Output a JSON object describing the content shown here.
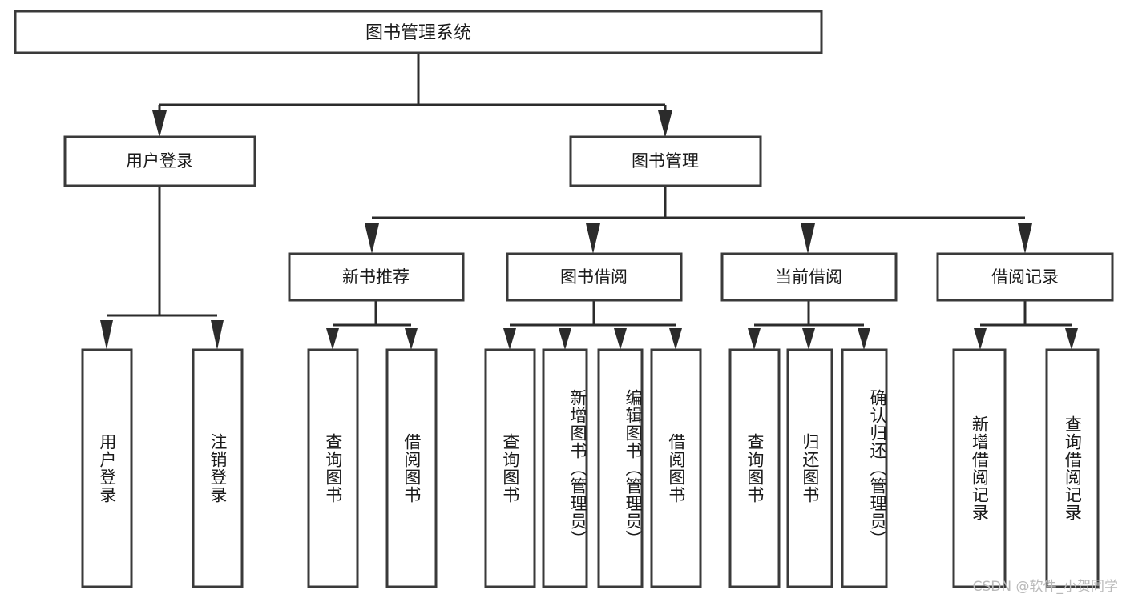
{
  "diagram": {
    "title": "图书管理系统",
    "type": "tree",
    "watermark": "CSDN @软件_小贺同学",
    "root": {
      "id": "root",
      "label": "图书管理系统"
    },
    "level2": [
      {
        "id": "user-login",
        "label": "用户登录"
      },
      {
        "id": "book-manage",
        "label": "图书管理"
      }
    ],
    "level3": [
      {
        "id": "new-book-recommend",
        "label": "新书推荐"
      },
      {
        "id": "book-borrow",
        "label": "图书借阅"
      },
      {
        "id": "current-borrow",
        "label": "当前借阅"
      },
      {
        "id": "borrow-record",
        "label": "借阅记录"
      }
    ],
    "leaves": [
      {
        "id": "leaf-user-login",
        "label": "用户登录",
        "parent": "user-login"
      },
      {
        "id": "leaf-user-logout",
        "label": "注销登录",
        "parent": "user-login"
      },
      {
        "id": "leaf-query-book-1",
        "label": "查询图书",
        "parent": "new-book-recommend"
      },
      {
        "id": "leaf-borrow-book-1",
        "label": "借阅图书",
        "parent": "new-book-recommend"
      },
      {
        "id": "leaf-query-book-2",
        "label": "查询图书",
        "parent": "book-borrow"
      },
      {
        "id": "leaf-add-book",
        "label": "新增图书（管理员）",
        "parent": "book-borrow"
      },
      {
        "id": "leaf-edit-book",
        "label": "编辑图书（管理员）",
        "parent": "book-borrow"
      },
      {
        "id": "leaf-borrow-book-2",
        "label": "借阅图书",
        "parent": "book-borrow"
      },
      {
        "id": "leaf-query-book-3",
        "label": "查询图书",
        "parent": "current-borrow"
      },
      {
        "id": "leaf-return-book",
        "label": "归还图书",
        "parent": "current-borrow"
      },
      {
        "id": "leaf-confirm-return",
        "label": "确认归还（管理员）",
        "parent": "current-borrow"
      },
      {
        "id": "leaf-add-record",
        "label": "新增借阅记录",
        "parent": "borrow-record"
      },
      {
        "id": "leaf-query-record",
        "label": "查询借阅记录",
        "parent": "borrow-record"
      }
    ],
    "colors": {
      "box_stroke": "#3a3a3a",
      "connector": "#2b2b2b",
      "background": "#ffffff",
      "text": "#1a1a1a",
      "watermark": "#b9b9b9"
    }
  }
}
